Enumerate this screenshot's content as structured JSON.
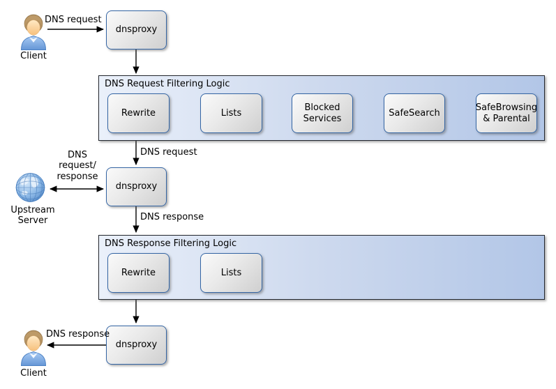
{
  "nodes": {
    "client_top": "Client",
    "dnsproxy_top": "dnsproxy",
    "dnsproxy_mid": "dnsproxy",
    "dnsproxy_bottom": "dnsproxy",
    "upstream_server": "Upstream Server",
    "client_bottom": "Client"
  },
  "request_pipeline": {
    "title": "DNS Request Filtering Logic",
    "steps": [
      "Rewrite",
      "Lists",
      "Blocked Services",
      "SafeSearch",
      "SafeBrowsing & Parental"
    ]
  },
  "response_pipeline": {
    "title": "DNS Response Filtering Logic",
    "steps": [
      "Rewrite",
      "Lists"
    ]
  },
  "edge_labels": {
    "client_request": "DNS request",
    "filtered_request": "DNS request",
    "upstream_exchange": "DNS request/ response",
    "dns_response": "DNS response",
    "client_response": "DNS response"
  },
  "colors": {
    "node_border": "#3465a4",
    "node_fill_light": "#fafafa",
    "node_fill_dark": "#cfcfcf",
    "container_fill_left": "#eaf0fa",
    "container_fill_right": "#b2c6e7",
    "container_border": "#22262d",
    "arrow": "#000000",
    "globe_blue": "#6ca3d9",
    "shirt_blue": "#6596d6",
    "hair_tan": "#b29060"
  }
}
